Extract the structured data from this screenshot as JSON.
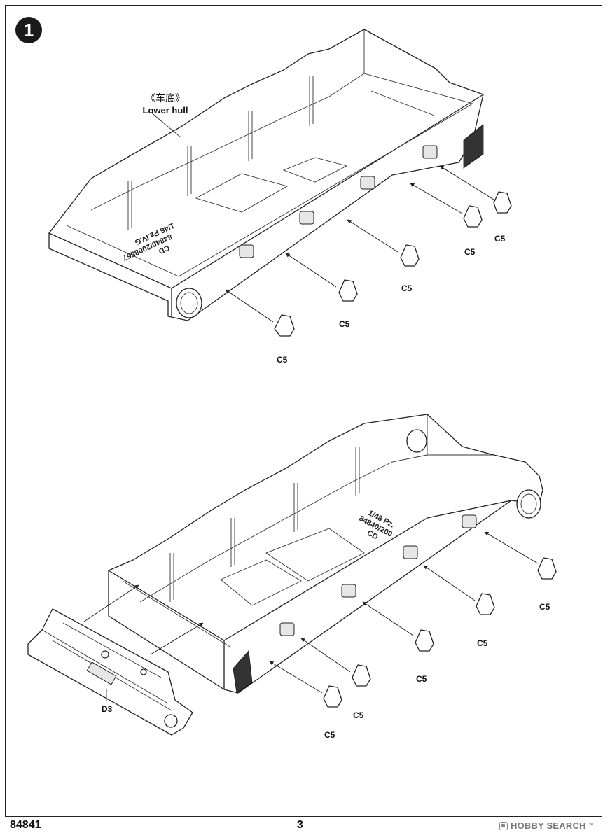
{
  "step": {
    "number": "1"
  },
  "callouts": {
    "lower_hull_cn": "《车底》",
    "lower_hull_en": "Lower hull"
  },
  "hull_markings": {
    "top": [
      "CD",
      "84840/2008567",
      "1/48 Pz.IV.G"
    ],
    "bottom": [
      "1/48 Pz.",
      "84840/200",
      "CD"
    ]
  },
  "parts": {
    "top_assembly": [
      "C5",
      "C5",
      "C5",
      "C5",
      "C5"
    ],
    "bottom_assembly": [
      "C5",
      "C5",
      "C5",
      "C5",
      "C5"
    ],
    "rear_plate": "D3"
  },
  "footer": {
    "product_code": "84841",
    "page_number": "3"
  },
  "watermark": {
    "brand": "HOBBY SEARCH",
    "trademark": "™"
  }
}
